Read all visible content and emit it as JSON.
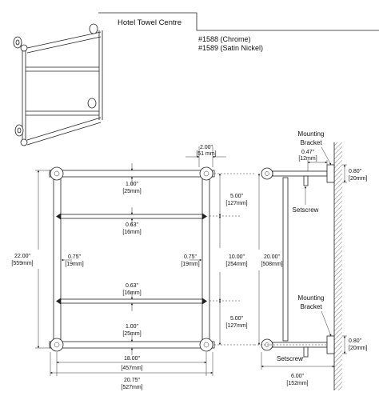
{
  "header": {
    "title": "Hotel Towel Centre",
    "models": [
      "#1588 (Chrome)",
      "#1589 (Satin Nickel)"
    ]
  },
  "front_view": {
    "overall_height": [
      "22.00\"",
      "[559mm]"
    ],
    "overall_width": [
      "20.75\"",
      "[527mm]"
    ],
    "inner_width": [
      "18.00\"",
      "[457mm]"
    ],
    "post_offset": [
      "2.00\"",
      "[51 mm]"
    ],
    "top_bar_dia": [
      "1.00\"",
      "[25mm]"
    ],
    "bottom_bar_dia": [
      "1.00\"",
      "[25mm]"
    ],
    "upper_rail_dia": [
      "0.63\"",
      "[16mm]"
    ],
    "lower_rail_dia": [
      "0.63\"",
      "[16mm]"
    ],
    "left_post_dia": [
      "0.75\"",
      "[19mm]"
    ],
    "right_post_dia": [
      "0.75\"",
      "[19mm]"
    ],
    "spacing_top": [
      "5.00\"",
      "[127mm]"
    ],
    "spacing_middle": [
      "10.00\"",
      "[254mm]"
    ],
    "spacing_bottom": [
      "5.00\"",
      "[127mm]"
    ],
    "bracket_centers": [
      "20.00\"",
      "[508mm]"
    ]
  },
  "side_view": {
    "bracket_label_top": [
      "Mounting",
      "Bracket"
    ],
    "bracket_label_bottom": [
      "Mounting",
      "Bracket"
    ],
    "bracket_width": [
      "0.47\"",
      "[12mm]"
    ],
    "flange_top": [
      "0.80\"",
      "[20mm]"
    ],
    "flange_bottom": [
      "0.80\"",
      "[20mm]"
    ],
    "setscrew_top": "Setscrew",
    "setscrew_bottom": "Setscrew",
    "projection": [
      "6.00\"",
      "[152mm]"
    ]
  }
}
